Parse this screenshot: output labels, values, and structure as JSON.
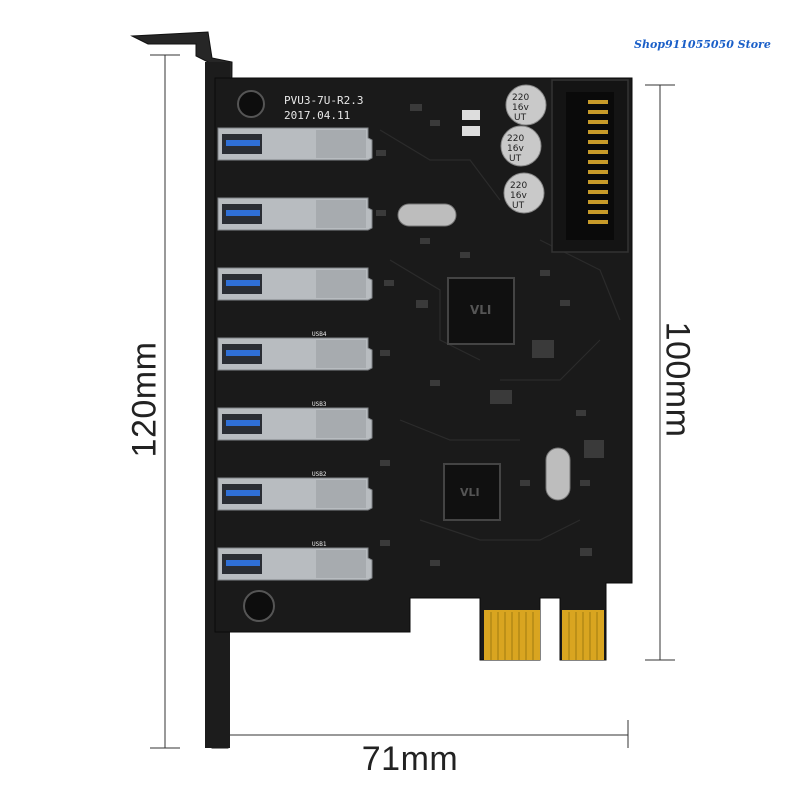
{
  "store_tag": "Shop911055050 Store",
  "dimensions": {
    "height_bracket": "120mm",
    "height_board": "100mm",
    "width": "71mm"
  },
  "board": {
    "model": "PVU3-7U-R2.3",
    "date": "2017.04.11",
    "capacitor_text": [
      "220",
      "16v",
      "UT"
    ],
    "crystal_text": "",
    "port_labels": [
      "USB4",
      "USB3",
      "USB2",
      "USB1"
    ],
    "port_count": 7
  },
  "colors": {
    "pcb": "#1a1a1a",
    "bracket": "#2a2a2a",
    "port_metal": "#b8bcc0",
    "gold": "#d9a520",
    "chip": "#101010"
  }
}
